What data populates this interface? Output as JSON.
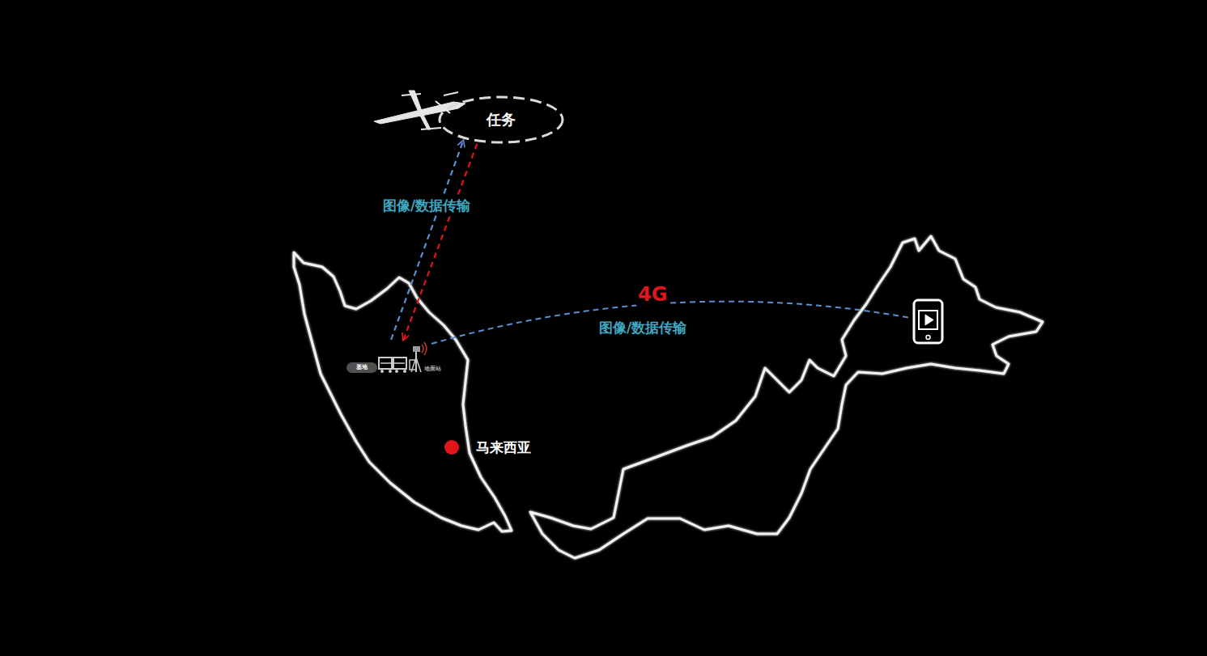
{
  "diagram": {
    "nodes": [
      {
        "text": [
          "任务"
        ]
      },
      {
        "text": [
          "基地"
        ]
      },
      {
        "text": [
          "地面站"
        ]
      }
    ],
    "edges": [
      {
        "from": 2,
        "to": 0,
        "arrow": "to",
        "label": "图像/数据传输"
      },
      {
        "from": 0,
        "to": 2,
        "arrow": "to"
      }
    ],
    "labels": [
      "4G",
      "图像/数据传输",
      "马来西亚"
    ]
  }
}
